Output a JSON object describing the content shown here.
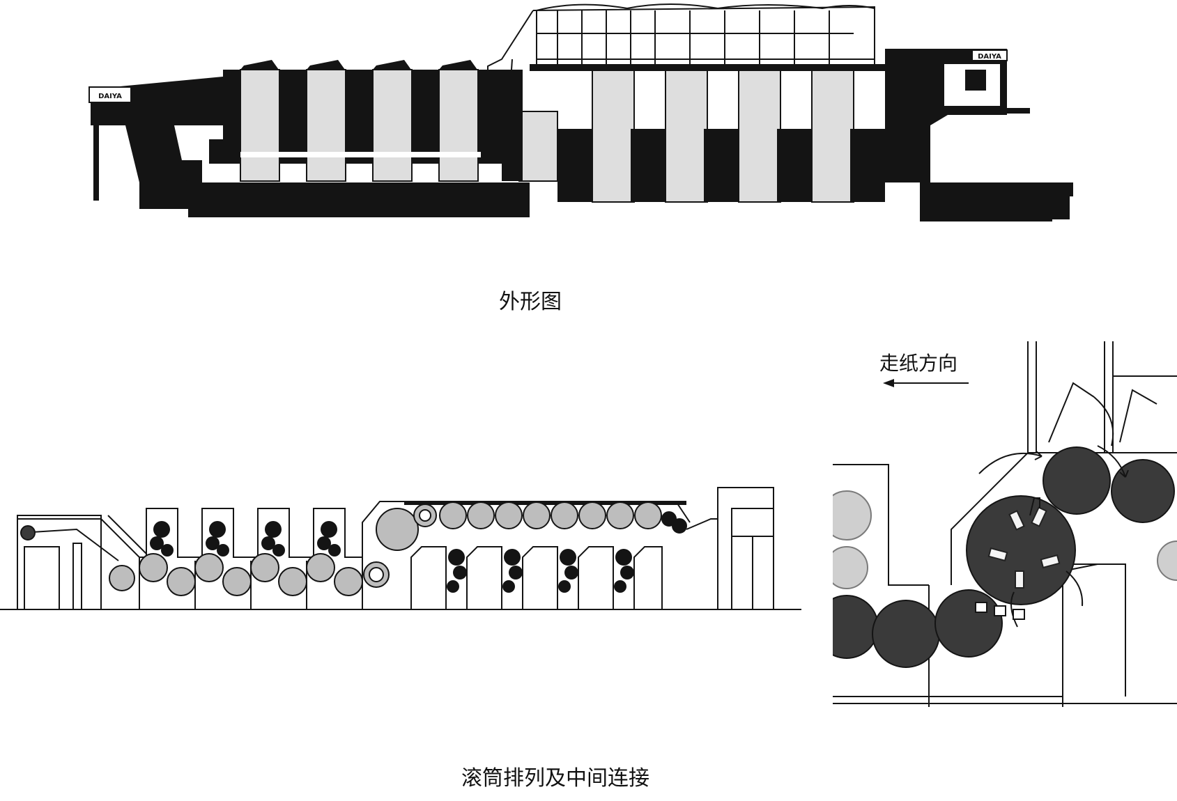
{
  "figure": {
    "caption_exterior": "外形图",
    "caption_cylinders": "滚筒排列及中间连接",
    "paper_direction_label": "走纸方向",
    "brand_label_left": "DAIYA",
    "brand_label_right": "DAIYA"
  },
  "colors": {
    "ink": "#141414",
    "panel": "#dedede",
    "dark_cylinder": "#3a3a3a",
    "light_cylinder": "#bdbdbd"
  }
}
